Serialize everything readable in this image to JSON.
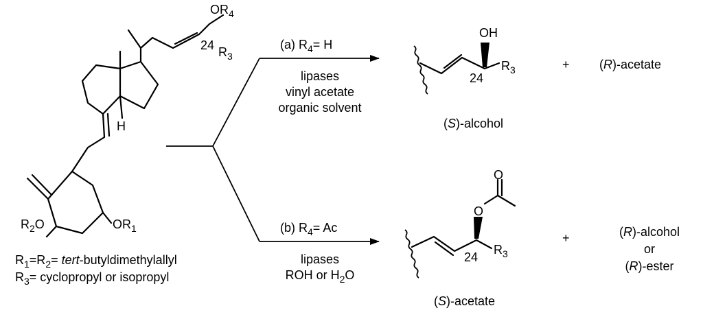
{
  "start": {
    "label_or4": "OR",
    "label_or4_sub": "4",
    "label_c24": "24",
    "label_r3": "R",
    "label_r3_sub": "3",
    "label_h": "H",
    "label_r2o": "R",
    "label_r2o_sub": "2",
    "label_r2o_o": "O",
    "label_or1": "OR",
    "label_or1_sub": "1",
    "def_line1": {
      "r1": "R",
      "r1_sub": "1",
      "eq1": "=R",
      "r2_sub": "2",
      "eq2": "= ",
      "italic": "tert",
      "rest": "-butyldimethylallyl"
    },
    "def_line2": {
      "r3": "R",
      "r3_sub": "3",
      "rest": "= cyclopropyl or isopropyl"
    }
  },
  "route_a": {
    "cond_label": "(a) R",
    "cond_sub": "4",
    "cond_eq": "= H",
    "reagents": [
      "lipases",
      "vinyl acetate",
      "organic solvent"
    ],
    "product_oh": "OH",
    "product_c24": "24",
    "product_r3": "R",
    "product_r3_sub": "3",
    "product_name_open": "(",
    "product_name_it": "S",
    "product_name_rest": ")-alcohol",
    "plus": "+",
    "byproduct_open": "(",
    "byproduct_it": "R",
    "byproduct_rest": ")-acetate"
  },
  "route_b": {
    "cond_label": "(b) R",
    "cond_sub": "4",
    "cond_eq": "= Ac",
    "reagents": [
      "lipases"
    ],
    "reagent2_pre": "ROH or H",
    "reagent2_sub": "2",
    "reagent2_post": "O",
    "product_o_carbonyl": "O",
    "product_o_ester": "O",
    "product_c24": "24",
    "product_r3": "R",
    "product_r3_sub": "3",
    "product_name_open": "(",
    "product_name_it": "S",
    "product_name_rest": ")-acetate",
    "plus": "+",
    "byproduct_line1_open": "(",
    "byproduct_line1_it": "R",
    "byproduct_line1_rest": ")-alcohol",
    "byproduct_line2": "or",
    "byproduct_line3_open": "(",
    "byproduct_line3_it": "R",
    "byproduct_line3_rest": ")-ester"
  }
}
